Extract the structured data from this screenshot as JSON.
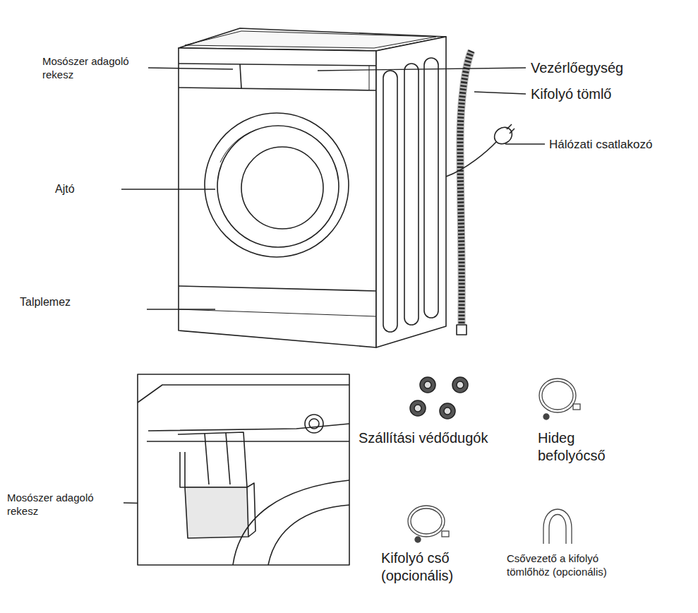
{
  "diagram": {
    "labels": [
      "Mosószer adagoló rekesz",
      "Vezérlőegység",
      "Kifolyó tömlő",
      "Hálózati csatlakozó",
      "Ajtó",
      "Talplemez",
      "Mosószer adagoló rekesz",
      "Szállítási védődugók",
      "Hideg befolyócső",
      "Kifolyó cső (opcionális)",
      "Csővezető a kifolyó tömlőhöz (opcionális)"
    ]
  }
}
